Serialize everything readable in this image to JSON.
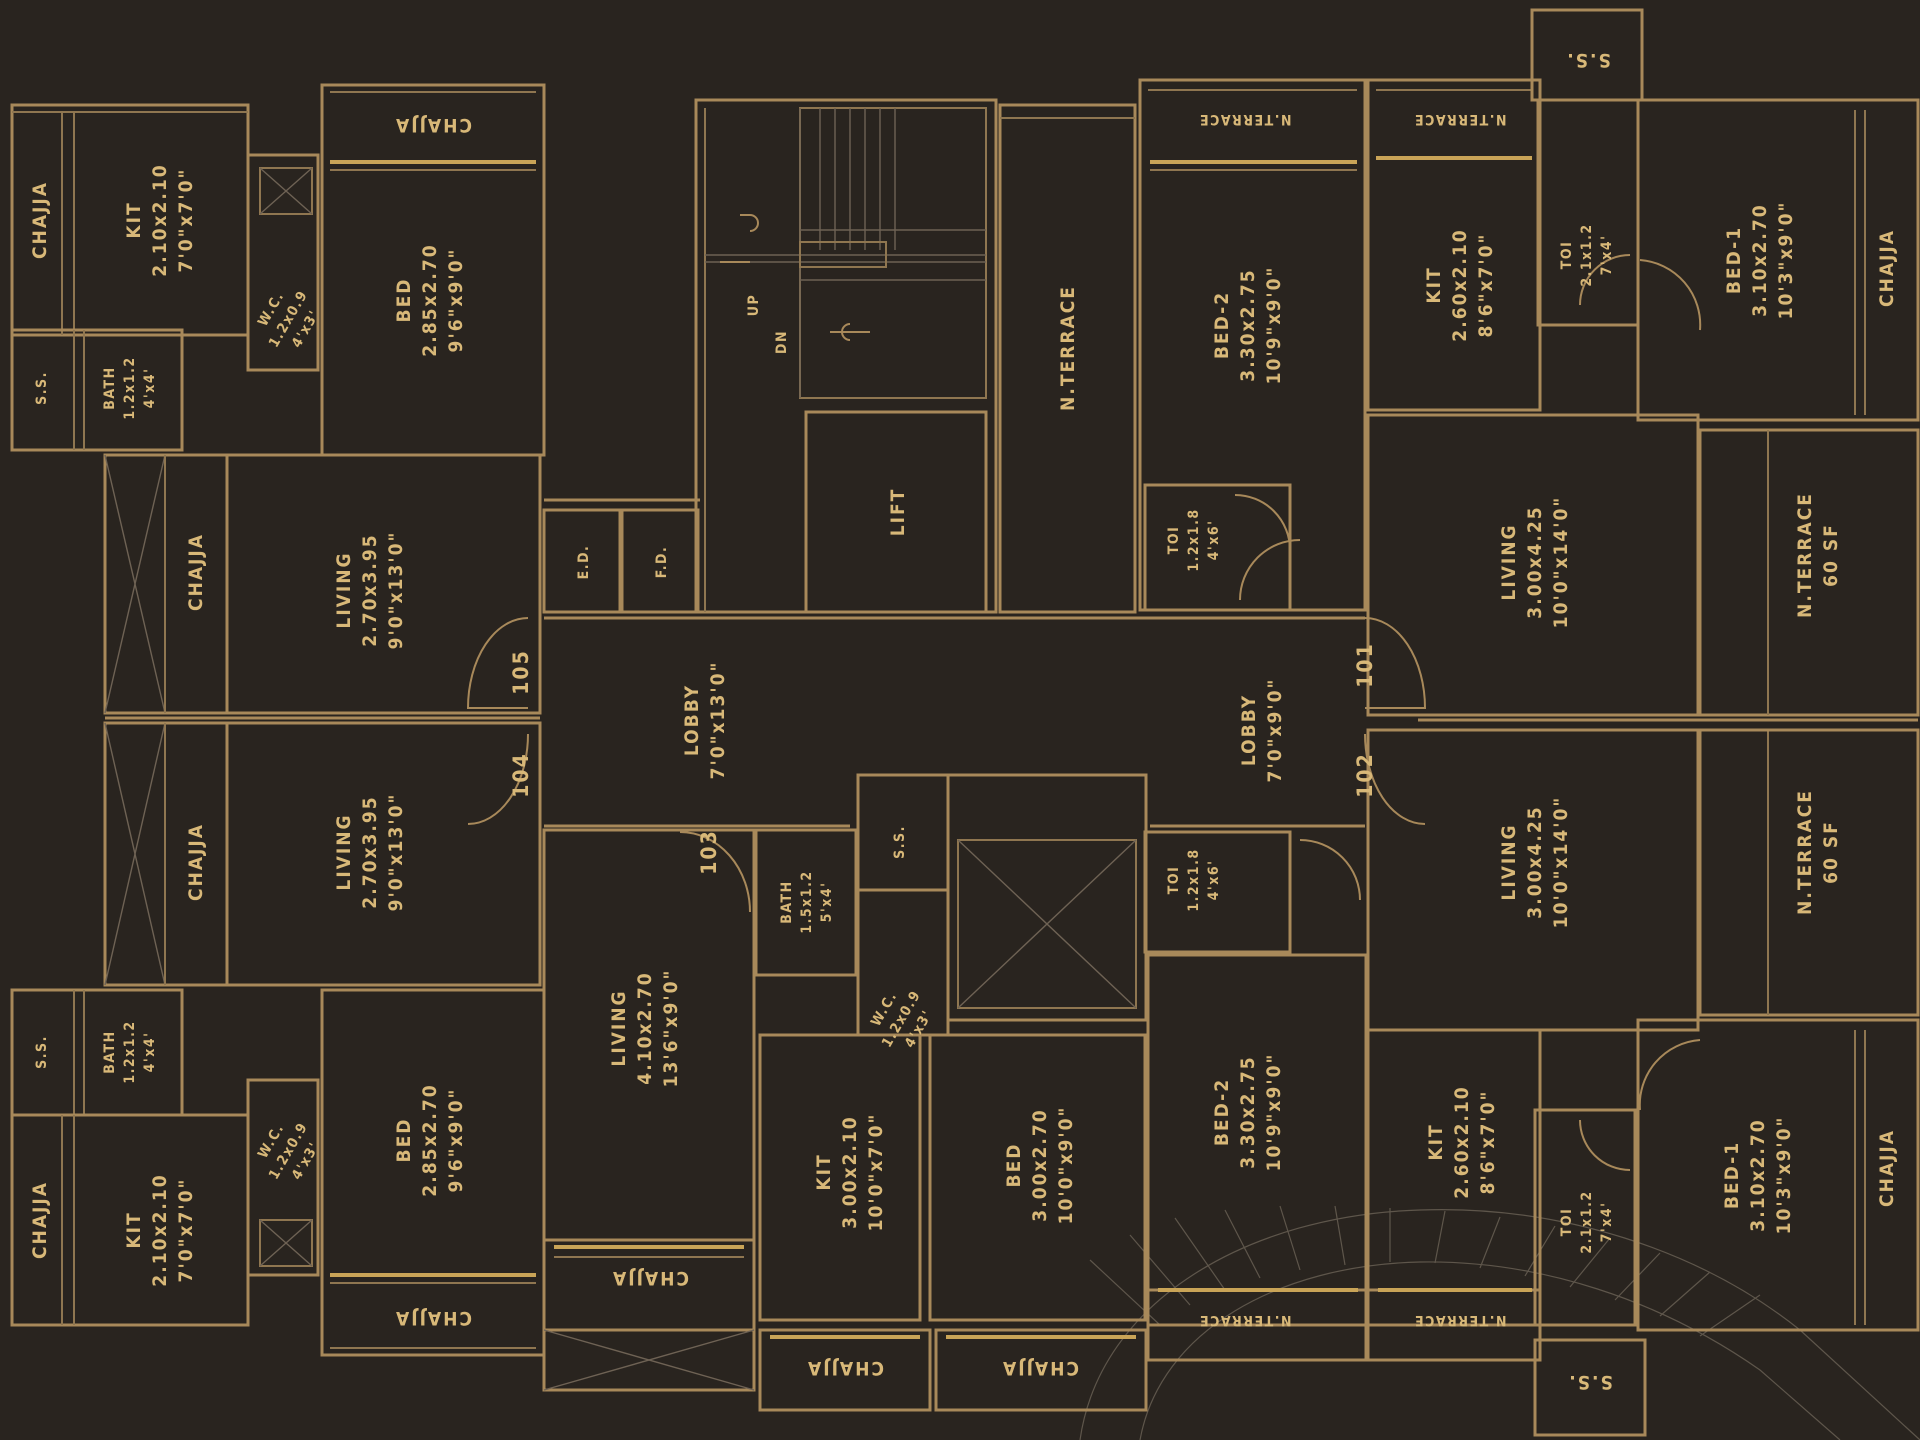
{
  "rooms": [
    {
      "id": "chajja-tl",
      "lines": [
        "CHAJJA"
      ]
    },
    {
      "id": "kit-tl",
      "lines": [
        "KIT",
        "2.10x2.10",
        "7'0\"x7'0\""
      ]
    },
    {
      "id": "ss-tl",
      "lines": [
        "S.S."
      ]
    },
    {
      "id": "bath-tl",
      "lines": [
        "BATH",
        "1.2x1.2",
        "4'x4'"
      ]
    },
    {
      "id": "wc-tl",
      "lines": [
        "W.C.",
        "1.2x0.9",
        "4'x3'"
      ]
    },
    {
      "id": "chajja-top-1",
      "lines": [
        "CHAJJA"
      ]
    },
    {
      "id": "bed-tl",
      "lines": [
        "BED",
        "2.85x2.70",
        "9'6\"x9'0\""
      ]
    },
    {
      "id": "chajja-left-1",
      "lines": [
        "CHAJJA"
      ]
    },
    {
      "id": "living-105",
      "lines": [
        "LIVING",
        "2.70x3.95",
        "9'0\"x13'0\""
      ]
    },
    {
      "id": "ed",
      "lines": [
        "E.D."
      ]
    },
    {
      "id": "fd",
      "lines": [
        "F.D."
      ]
    },
    {
      "id": "stair-up",
      "lines": [
        "UP"
      ]
    },
    {
      "id": "stair-dn",
      "lines": [
        "DN"
      ]
    },
    {
      "id": "lift",
      "lines": [
        "LIFT"
      ]
    },
    {
      "id": "nterrace-c",
      "lines": [
        "N.TERRACE"
      ]
    },
    {
      "id": "nterrace-top-1",
      "lines": [
        "N.TERRACE"
      ]
    },
    {
      "id": "nterrace-top-2",
      "lines": [
        "N.TERRACE"
      ]
    },
    {
      "id": "ss-top",
      "lines": [
        "S.S."
      ]
    },
    {
      "id": "bed2-tr",
      "lines": [
        "BED-2",
        "3.30x2.75",
        "10'9\"x9'0\""
      ]
    },
    {
      "id": "kit-tr",
      "lines": [
        "KIT",
        "2.60x2.10",
        "8'6\"x7'0\""
      ]
    },
    {
      "id": "toi-tr",
      "lines": [
        "TOI",
        "2.1x1.2",
        "7'x4'"
      ]
    },
    {
      "id": "bed1-tr",
      "lines": [
        "BED-1",
        "3.10x2.70",
        "10'3\"x9'0\""
      ]
    },
    {
      "id": "chajja-tr",
      "lines": [
        "CHAJJA"
      ]
    },
    {
      "id": "toi-mr1",
      "lines": [
        "TOI",
        "1.2x1.8",
        "4'x6'"
      ]
    },
    {
      "id": "living-101",
      "lines": [
        "LIVING",
        "3.00x4.25",
        "10'0\"x14'0\""
      ]
    },
    {
      "id": "nterrace-r1",
      "lines": [
        "N.TERRACE",
        "60 SF"
      ]
    },
    {
      "id": "lobby-1",
      "lines": [
        "LOBBY",
        "7'0\"x13'0\""
      ]
    },
    {
      "id": "lobby-2",
      "lines": [
        "LOBBY",
        "7'0\"x9'0\""
      ]
    },
    {
      "id": "chajja-left-2",
      "lines": [
        "CHAJJA"
      ]
    },
    {
      "id": "living-104",
      "lines": [
        "LIVING",
        "2.70x3.95",
        "9'0\"x13'0\""
      ]
    },
    {
      "id": "ss-c",
      "lines": [
        "S.S."
      ]
    },
    {
      "id": "bath-c",
      "lines": [
        "BATH",
        "1.5x1.2",
        "5'x4'"
      ]
    },
    {
      "id": "wc-c",
      "lines": [
        "W.C.",
        "1.2x0.9",
        "4'x3'"
      ]
    },
    {
      "id": "living-103",
      "lines": [
        "LIVING",
        "4.10x2.70",
        "13'6\"x9'0\""
      ]
    },
    {
      "id": "toi-mr2",
      "lines": [
        "TOI",
        "1.2x1.8",
        "4'x6'"
      ]
    },
    {
      "id": "living-102",
      "lines": [
        "LIVING",
        "3.00x4.25",
        "10'0\"x14'0\""
      ]
    },
    {
      "id": "nterrace-r2",
      "lines": [
        "N.TERRACE",
        "60 SF"
      ]
    },
    {
      "id": "ss-bl",
      "lines": [
        "S.S."
      ]
    },
    {
      "id": "bath-bl",
      "lines": [
        "BATH",
        "1.2x1.2",
        "4'x4'"
      ]
    },
    {
      "id": "chajja-bl",
      "lines": [
        "CHAJJA"
      ]
    },
    {
      "id": "kit-bl",
      "lines": [
        "KIT",
        "2.10x2.10",
        "7'0\"x7'0\""
      ]
    },
    {
      "id": "wc-bl",
      "lines": [
        "W.C.",
        "1.2x0.9",
        "4'x3'"
      ]
    },
    {
      "id": "bed-bl",
      "lines": [
        "BED",
        "2.85x2.70",
        "9'6\"x9'0\""
      ]
    },
    {
      "id": "chajja-bot-1",
      "lines": [
        "CHAJJA"
      ]
    },
    {
      "id": "chajja-bot-2",
      "lines": [
        "CHAJJA"
      ]
    },
    {
      "id": "kit-bc",
      "lines": [
        "KIT",
        "3.00x2.10",
        "10'0\"x7'0\""
      ]
    },
    {
      "id": "bed-bc",
      "lines": [
        "BED",
        "3.00x2.70",
        "10'0\"x9'0\""
      ]
    },
    {
      "id": "chajja-bot-3",
      "lines": [
        "CHAJJA"
      ]
    },
    {
      "id": "chajja-bot-4",
      "lines": [
        "CHAJJA"
      ]
    },
    {
      "id": "bed2-br",
      "lines": [
        "BED-2",
        "3.30x2.75",
        "10'9\"x9'0\""
      ]
    },
    {
      "id": "kit-br",
      "lines": [
        "KIT",
        "2.60x2.10",
        "8'6\"x7'0\""
      ]
    },
    {
      "id": "toi-br",
      "lines": [
        "TOI",
        "2.1x1.2",
        "7'x4'"
      ]
    },
    {
      "id": "bed1-br",
      "lines": [
        "BED-1",
        "3.10x2.70",
        "10'3\"x9'0\""
      ]
    },
    {
      "id": "chajja-br",
      "lines": [
        "CHAJJA"
      ]
    },
    {
      "id": "nterrace-bot-1",
      "lines": [
        "N.TERRACE"
      ]
    },
    {
      "id": "nterrace-bot-2",
      "lines": [
        "N.TERRACE"
      ]
    },
    {
      "id": "ss-bot",
      "lines": [
        "S.S."
      ]
    }
  ],
  "flats": [
    "105",
    "104",
    "103",
    "101",
    "102"
  ],
  "colors": {
    "background": "#29241f",
    "walls": "#a8895a",
    "labels": "#d8b878"
  }
}
